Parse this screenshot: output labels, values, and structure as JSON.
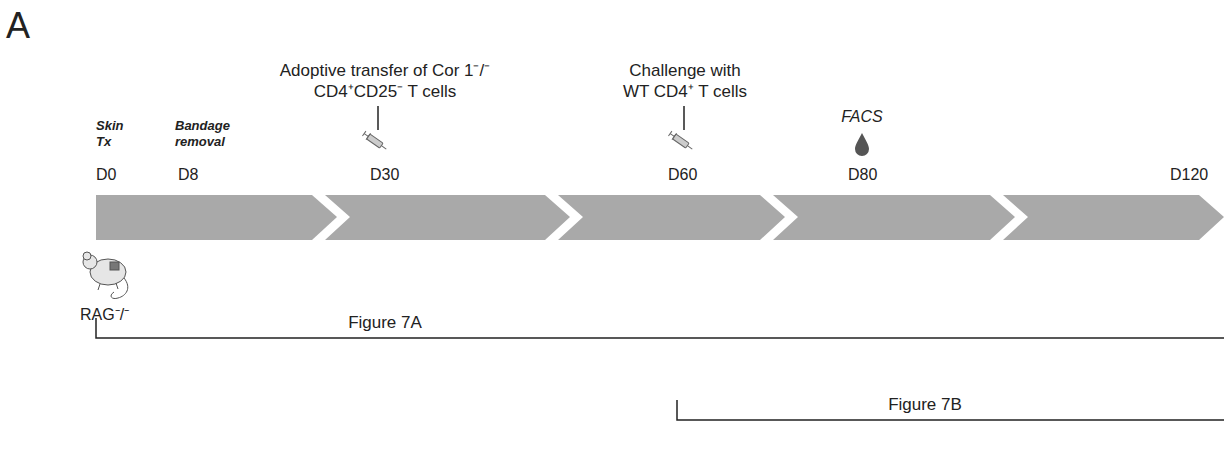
{
  "diagram": {
    "labels": [
      "A",
      "Adoptive transfer of Cor 1⁻/⁻ CD4⁺CD25⁻ T cells",
      "Challenge with WT CD4⁺ T cells",
      "FACS",
      "Skin Tx",
      "Bandage removal",
      "D0",
      "D8",
      "D30",
      "D60",
      "D80",
      "D120",
      "RAG⁻/⁻",
      "Figure 7A",
      "Figure 7B"
    ]
  }
}
